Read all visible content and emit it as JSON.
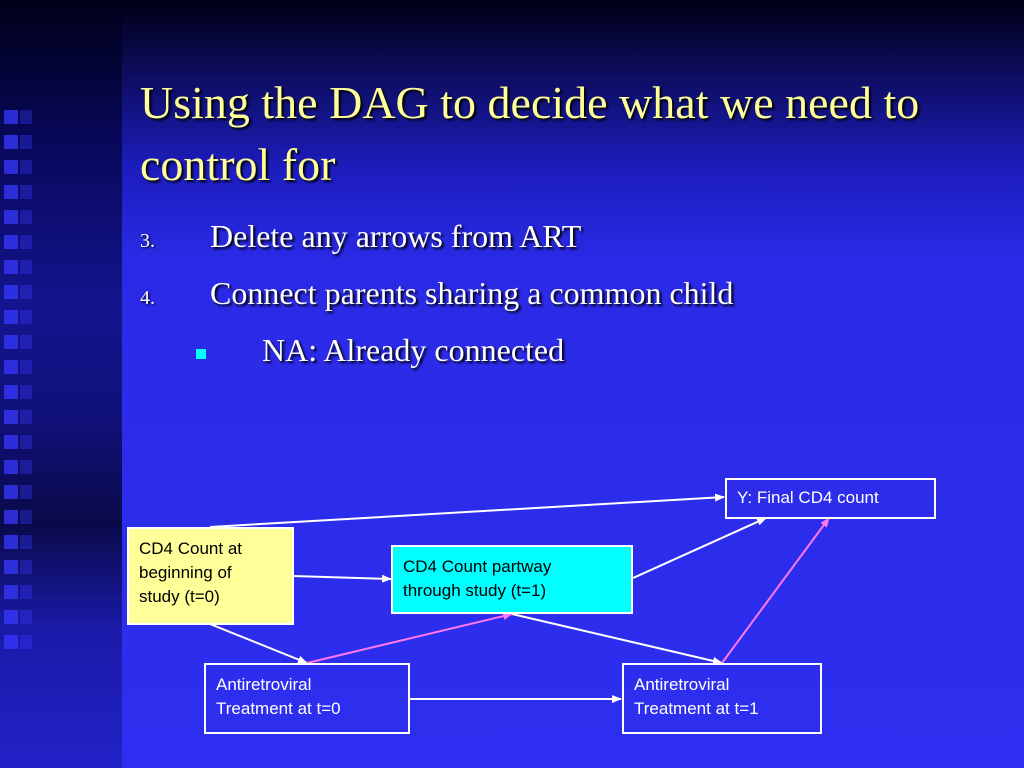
{
  "title": "Using the DAG to decide what we need to control for",
  "steps": [
    {
      "number": "3.",
      "text": "Delete any arrows from ART"
    },
    {
      "number": "4.",
      "text": "Connect parents sharing a common child"
    }
  ],
  "sub_bullet": {
    "marker": "square",
    "text": "NA: Already connected"
  },
  "diagram": {
    "nodes": {
      "y": {
        "line1": "Y: Final CD4 count"
      },
      "cd4_t0": {
        "line1": "CD4 Count at",
        "line2": "beginning of",
        "line3": "study (t=0)"
      },
      "cd4_t1": {
        "line1": "CD4 Count partway",
        "line2": "through study (t=1)"
      },
      "art_t0": {
        "line1": "Antiretroviral",
        "line2": "Treatment at t=0"
      },
      "art_t1": {
        "line1": "Antiretroviral",
        "line2": "Treatment at t=1"
      }
    },
    "edges": [
      {
        "from": "cd4_t0",
        "to": "y",
        "color": "#ffffff"
      },
      {
        "from": "cd4_t0",
        "to": "cd4_t1",
        "color": "#ffffff"
      },
      {
        "from": "cd4_t0",
        "to": "art_t0",
        "color": "#ffffff"
      },
      {
        "from": "art_t0",
        "to": "cd4_t1",
        "color": "#ff77ee"
      },
      {
        "from": "art_t0",
        "to": "art_t1",
        "color": "#ffffff"
      },
      {
        "from": "cd4_t1",
        "to": "y",
        "color": "#ffffff"
      },
      {
        "from": "cd4_t1",
        "to": "art_t1",
        "color": "#ffffff"
      },
      {
        "from": "art_t1",
        "to": "y",
        "color": "#ff77ee"
      }
    ]
  },
  "colors": {
    "title": "#ffff99",
    "cd4_t0_fill": "#ffff99",
    "cd4_t1_fill": "#00ffff",
    "bullet_marker": "#00ffff",
    "pink_edge": "#ff77ee"
  }
}
